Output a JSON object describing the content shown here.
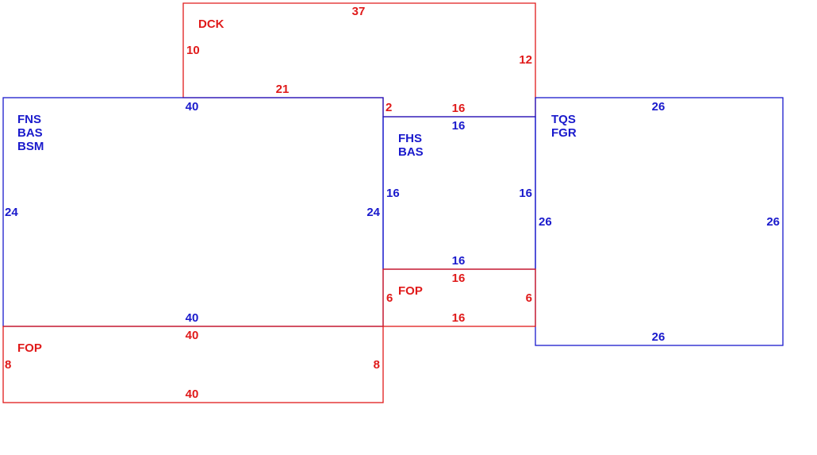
{
  "colors": {
    "red": "#e01a1a",
    "blue": "#1a1acc"
  },
  "rooms": [
    {
      "id": "dck",
      "color": "red",
      "labels": [
        "DCK"
      ],
      "dims": {
        "top": "37",
        "left": "10",
        "right": "12",
        "bottom": "21",
        "bottom_right_a": "2",
        "bottom_right_b": "16"
      }
    },
    {
      "id": "fns",
      "color": "blue",
      "labels": [
        "FNS",
        "BAS",
        "BSM"
      ],
      "dims": {
        "top": "40",
        "bottom": "40",
        "left": "24",
        "right": "24"
      }
    },
    {
      "id": "fhs",
      "color": "blue",
      "labels": [
        "FHS",
        "BAS"
      ],
      "dims": {
        "top": "16",
        "bottom": "16",
        "left": "16",
        "right": "16"
      }
    },
    {
      "id": "tqs",
      "color": "blue",
      "labels": [
        "TQS",
        "FGR"
      ],
      "dims": {
        "top": "26",
        "bottom": "26",
        "left": "26",
        "right": "26"
      }
    },
    {
      "id": "fop-small",
      "color": "red",
      "labels": [
        "FOP"
      ],
      "dims": {
        "top": "16",
        "bottom": "16",
        "left": "6",
        "right": "6"
      }
    },
    {
      "id": "fop-large",
      "color": "red",
      "labels": [
        "FOP"
      ],
      "dims": {
        "top": "40",
        "bottom": "40",
        "left": "8",
        "right": "8"
      }
    }
  ]
}
